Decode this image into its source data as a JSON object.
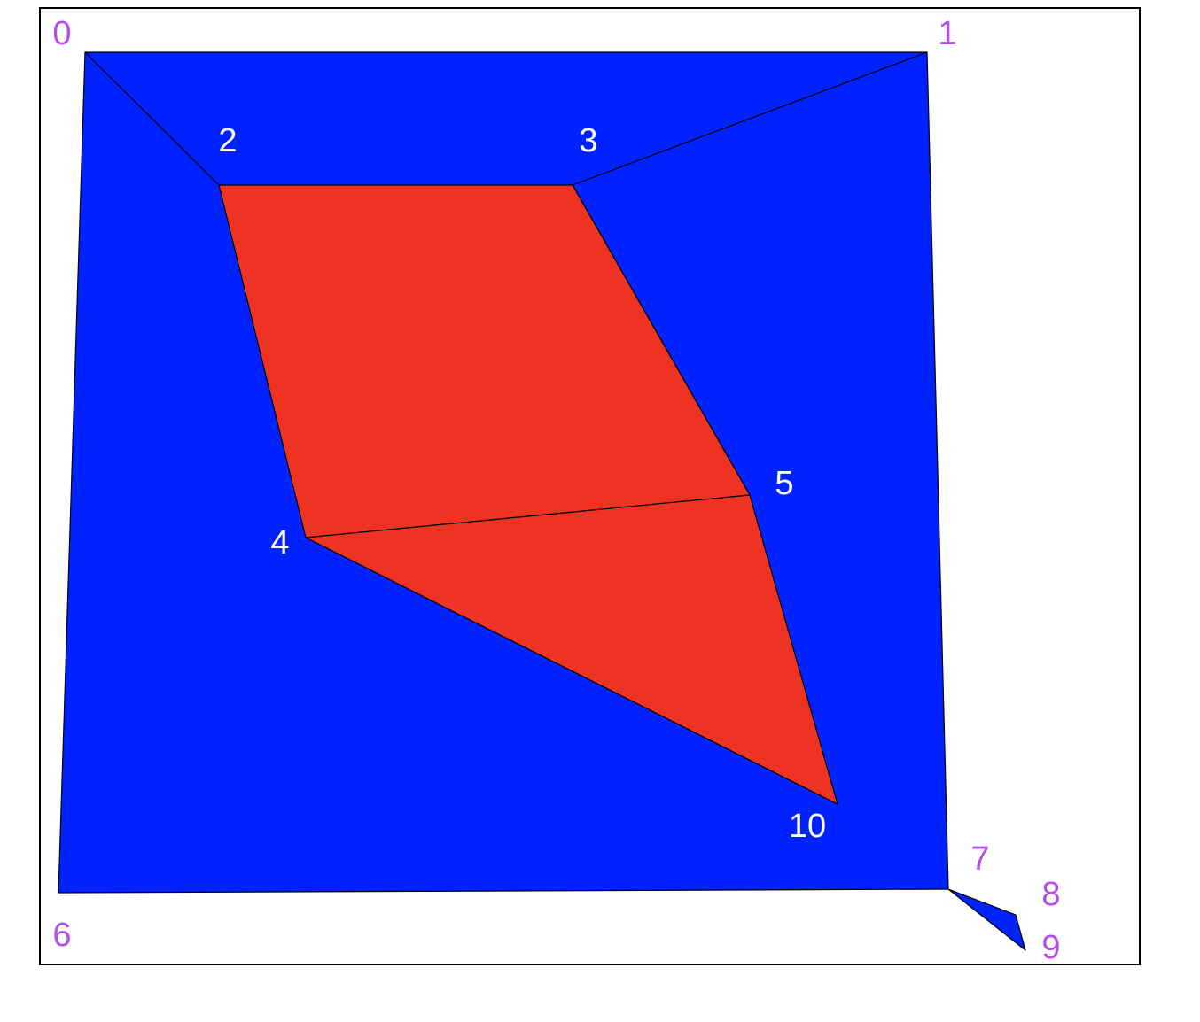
{
  "colors": {
    "outer_face": "#0022ff",
    "inner_face": "#ee3322",
    "edge": "#000000",
    "frame": "#000000",
    "outer_label": "#b44ee8",
    "inner_label": "#ffffff"
  },
  "vertices": [
    {
      "id": "0",
      "label": "0",
      "group": "outer"
    },
    {
      "id": "1",
      "label": "1",
      "group": "outer"
    },
    {
      "id": "2",
      "label": "2",
      "group": "inner"
    },
    {
      "id": "3",
      "label": "3",
      "group": "inner"
    },
    {
      "id": "4",
      "label": "4",
      "group": "inner"
    },
    {
      "id": "5",
      "label": "5",
      "group": "inner"
    },
    {
      "id": "6",
      "label": "6",
      "group": "outer"
    },
    {
      "id": "7",
      "label": "7",
      "group": "outer"
    },
    {
      "id": "8",
      "label": "8",
      "group": "outer"
    },
    {
      "id": "9",
      "label": "9",
      "group": "outer"
    },
    {
      "id": "10",
      "label": "10",
      "group": "inner"
    }
  ],
  "faces": [
    {
      "name": "outer-quad-face",
      "vertices": [
        "0",
        "1",
        "7",
        "6"
      ],
      "fill": "outer"
    },
    {
      "name": "sliver-face",
      "vertices": [
        "7",
        "8",
        "9"
      ],
      "fill": "outer"
    },
    {
      "name": "upper-red-face",
      "vertices": [
        "2",
        "3",
        "5",
        "4"
      ],
      "fill": "inner"
    },
    {
      "name": "lower-red-face",
      "vertices": [
        "4",
        "5",
        "10"
      ],
      "fill": "inner"
    }
  ],
  "edges": [
    [
      "0",
      "2"
    ],
    [
      "3",
      "1"
    ]
  ]
}
